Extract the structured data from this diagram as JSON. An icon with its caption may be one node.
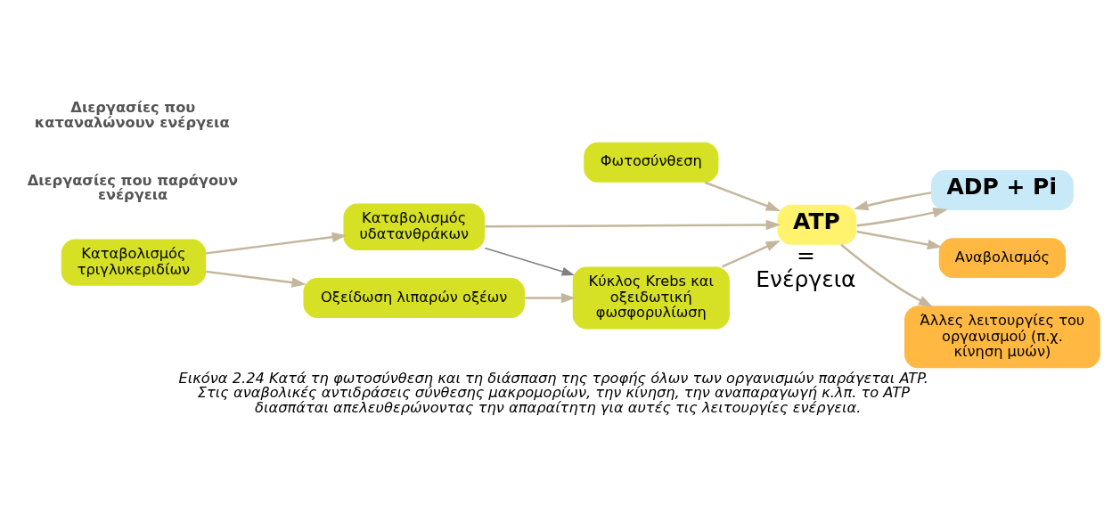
{
  "diagram": {
    "caption": "Εικόνα 2.24 Κατά τη φωτοσύνθεση και τη διάσπαση της τροφής όλων των οργανισμών παράγεται ATP. Στις αναβολικές αντιδράσεις σύνθεσης μακρομορίων, την κίνηση, την αναπαραγωγή κ.λπ. το ATP διασπάται απελευθερώνοντας την απαραίτητη για αυτές τις λειτουργίες ενέργεια.",
    "nodes": [
      {
        "text": [
          "ATP"
        ],
        "beside": [
          "=",
          "Ενέργεια"
        ]
      },
      {
        "text": [
          "Φωτοσύνθεση"
        ]
      },
      {
        "text": [
          "Καταβολισμός τριγλυκεριδίων"
        ]
      },
      {
        "text": [
          "Καταβολισμός υδατανθράκων"
        ]
      },
      {
        "text": [
          "Οξείδωση λιπαρών οξέων"
        ]
      },
      {
        "text": [
          "Κύκλος Krebs και οξειδωτική φωσφορυλίωση"
        ]
      },
      {
        "text": [
          "ADP + Pi"
        ]
      },
      {
        "text": [
          "Αναβολισμός"
        ]
      },
      {
        "text": [
          "Άλλες λειτουργίες του οργανισμού (π.χ. κίνηση μυών)"
        ]
      }
    ],
    "edges": [
      {
        "from": 6,
        "to": 0,
        "arrow": "to"
      },
      {
        "from": 0,
        "to": 6,
        "arrow": "to"
      },
      {
        "from": 1,
        "to": 0,
        "arrow": "to"
      },
      {
        "from": 3,
        "to": 0,
        "arrow": "to"
      },
      {
        "from": 5,
        "to": 0,
        "arrow": "to"
      },
      {
        "from": 2,
        "to": 3,
        "arrow": "to"
      },
      {
        "from": 2,
        "to": 4,
        "arrow": "to"
      },
      {
        "from": 4,
        "to": 5,
        "arrow": "to"
      },
      {
        "from": 3,
        "to": 5,
        "arrow": "to",
        "color": "#808080"
      },
      {
        "from": 0,
        "to": 7,
        "arrow": "to"
      },
      {
        "from": 0,
        "to": 8,
        "arrow": "to"
      }
    ],
    "labels": [
      "Διεργασίες που παράγουν ενέργεια",
      "Διεργασίες που καταναλώνουν ενέργεια"
    ]
  }
}
